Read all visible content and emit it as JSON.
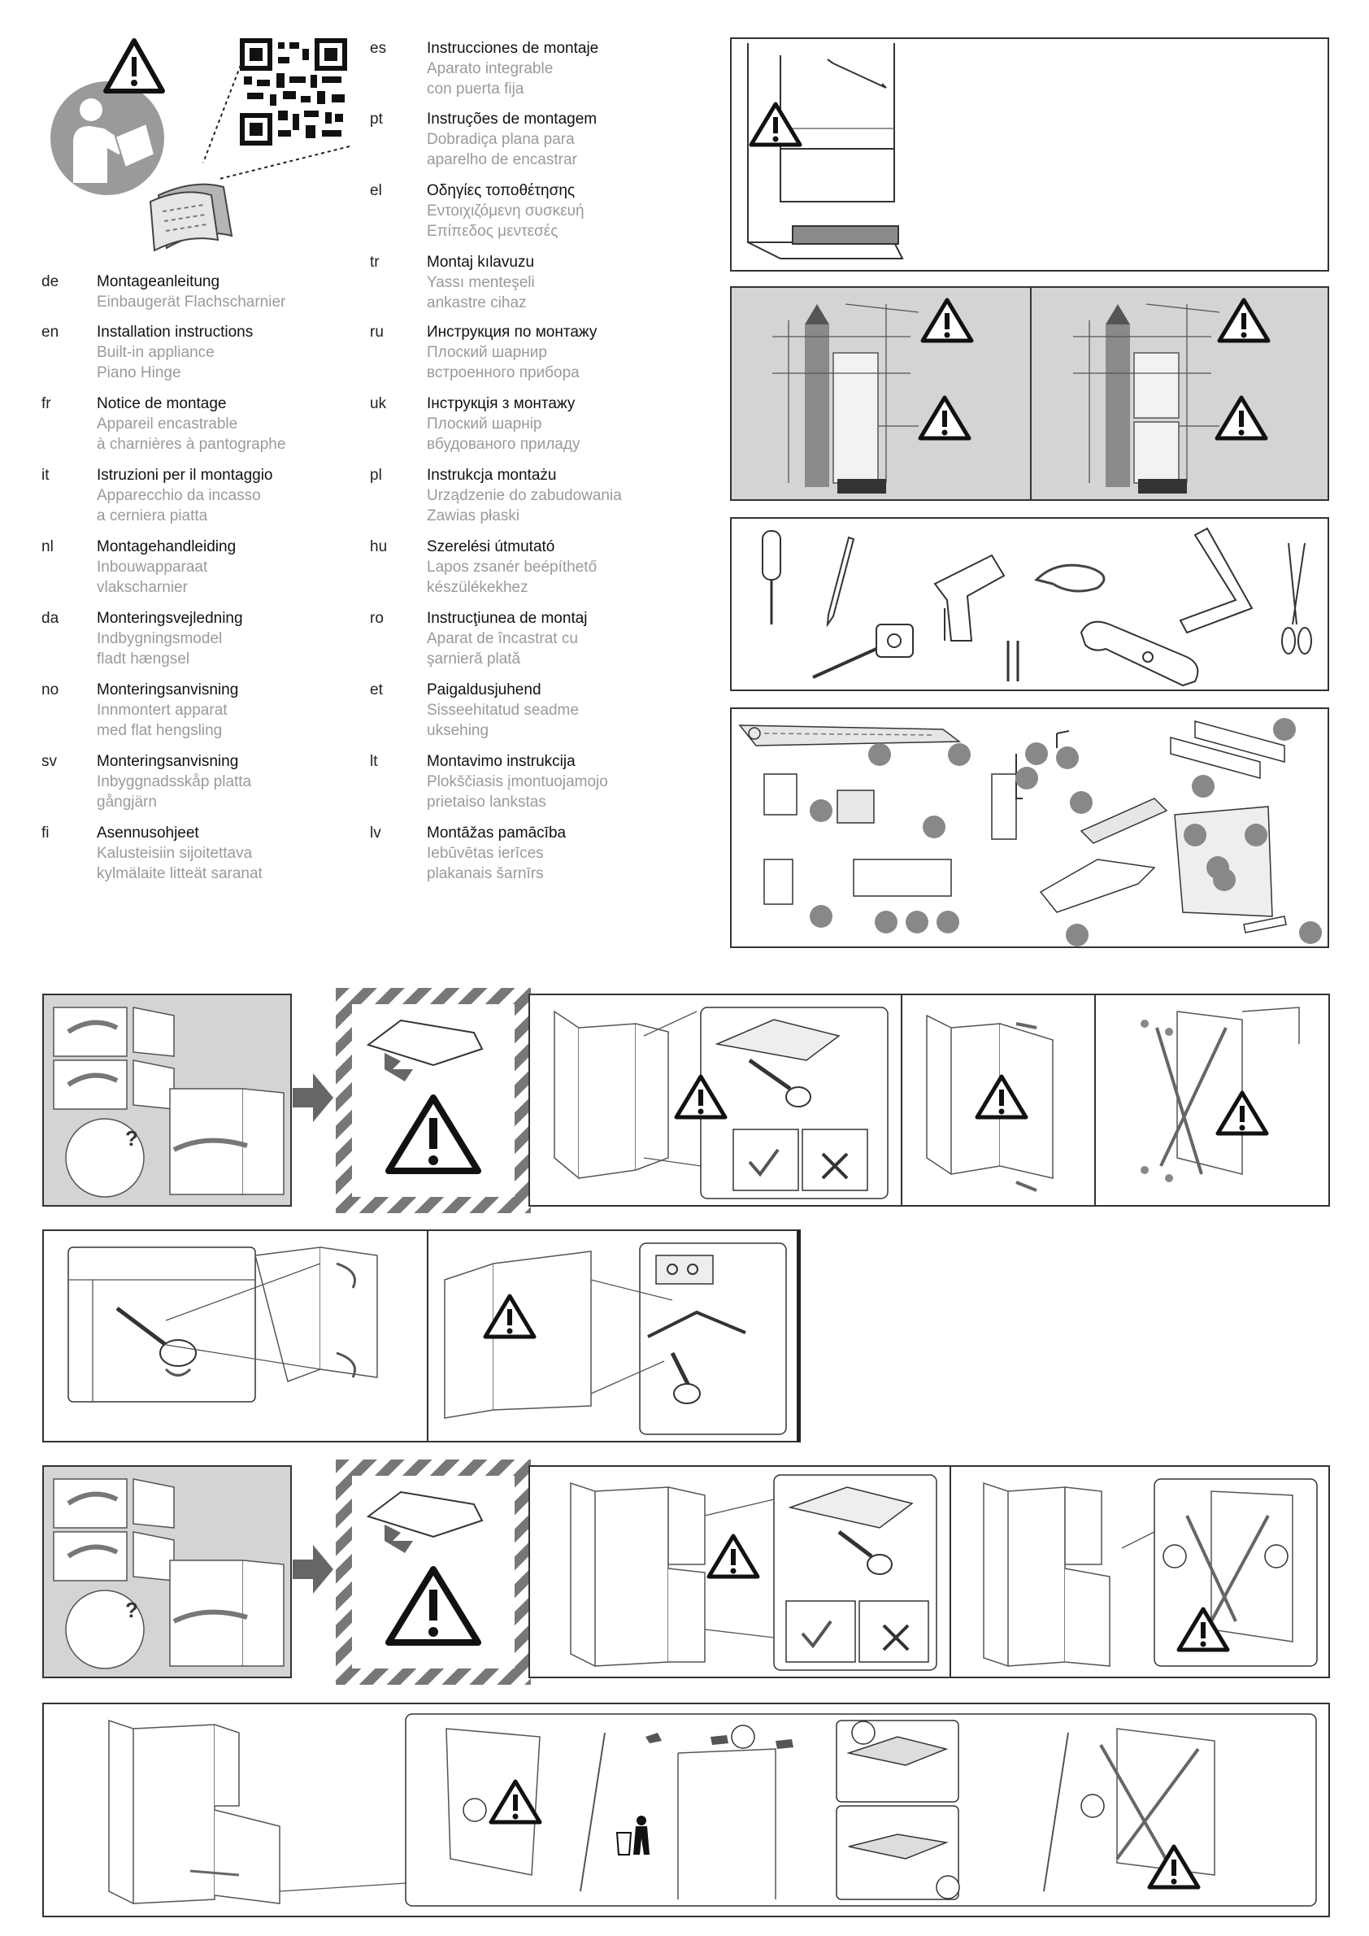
{
  "languages_left": [
    {
      "code": "de",
      "title": "Montageanleitung",
      "line2": "Einbaugerät Flachscharnier",
      "line3": ""
    },
    {
      "code": "en",
      "title": "Installation instructions",
      "line2": "Built-in appliance",
      "line3": "Piano Hinge"
    },
    {
      "code": "fr",
      "title": "Notice de montage",
      "line2": "Appareil encastrable",
      "line3": "à charnières à pantographe"
    },
    {
      "code": "it",
      "title": "Istruzioni per il montaggio",
      "line2": "Apparecchio da incasso",
      "line3": "a cerniera piatta"
    },
    {
      "code": "nl",
      "title": "Montagehandleiding",
      "line2": "Inbouwapparaat",
      "line3": "vlakscharnier"
    },
    {
      "code": "da",
      "title": "Monteringsvejledning",
      "line2": "Indbygningsmodel",
      "line3": "fladt hængsel"
    },
    {
      "code": "no",
      "title": "Monteringsanvisning",
      "line2": "Innmontert apparat",
      "line3": "med flat hengsling"
    },
    {
      "code": "sv",
      "title": "Monteringsanvisning",
      "line2": "Inbyggnadsskåp platta",
      "line3": "gångjärn"
    },
    {
      "code": "fi",
      "title": "Asennusohjeet",
      "line2": "Kalusteisiin sijoitettava",
      "line3": "kylmälaite  litteät saranat"
    }
  ],
  "languages_right": [
    {
      "code": "es",
      "title": "Instrucciones de montaje",
      "line2": "Aparato integrable",
      "line3": "con puerta fija"
    },
    {
      "code": "pt",
      "title": "Instruções de montagem",
      "line2": "Dobradiça plana para",
      "line3": "aparelho de encastrar"
    },
    {
      "code": "el",
      "title": "Οδηγίες τοποθέτησης",
      "line2": "Εντοιχιζόμενη συσκευή",
      "line3": "Επίπεδος μεντεσές"
    },
    {
      "code": "tr",
      "title": "Montaj kılavuzu",
      "line2": "Yassı menteşeli",
      "line3": "ankastre cihaz"
    },
    {
      "code": "ru",
      "title": "Инструкция по монтажу",
      "line2": "Плоский шарнир",
      "line3": "встроенного прибора"
    },
    {
      "code": "uk",
      "title": "Інструкція з монтажу",
      "line2": "Плоский шарнір",
      "line3": "вбудованого приладу"
    },
    {
      "code": "pl",
      "title": "Instrukcja montażu",
      "line2": "Urządzenie do zabudowania",
      "line3": "Zawias płaski"
    },
    {
      "code": "hu",
      "title": "Szerelési útmutató",
      "line2": "Lapos zsanér beépíthető",
      "line3": "készülékekhez"
    },
    {
      "code": "ro",
      "title": "Instrucţiunea de montaj",
      "line2": "Aparat de încastrat cu",
      "line3": "şarnieră plată"
    },
    {
      "code": "et",
      "title": "Paigaldusjuhend",
      "line2": "Sisseehitatud seadme",
      "line3": "uksehing"
    },
    {
      "code": "lt",
      "title": "Montavimo instrukcija",
      "line2": "Plokščiasis įmontuojamojo",
      "line3": "prietaiso lankstas"
    },
    {
      "code": "lv",
      "title": "Montāžas pamācība",
      "line2": "Iebūvētas ierīces",
      "line3": "plakanais šarnīrs"
    }
  ],
  "icons": {
    "warning": "warning-triangle-icon",
    "manual": "read-manual-icon",
    "qr": "qr-code-icon",
    "arrow": "arrow-right-icon",
    "trash": "trash-bin-icon"
  },
  "colors": {
    "panel_grey": "#d4d4d4",
    "line": "#333333",
    "part_marker": "#888888"
  }
}
